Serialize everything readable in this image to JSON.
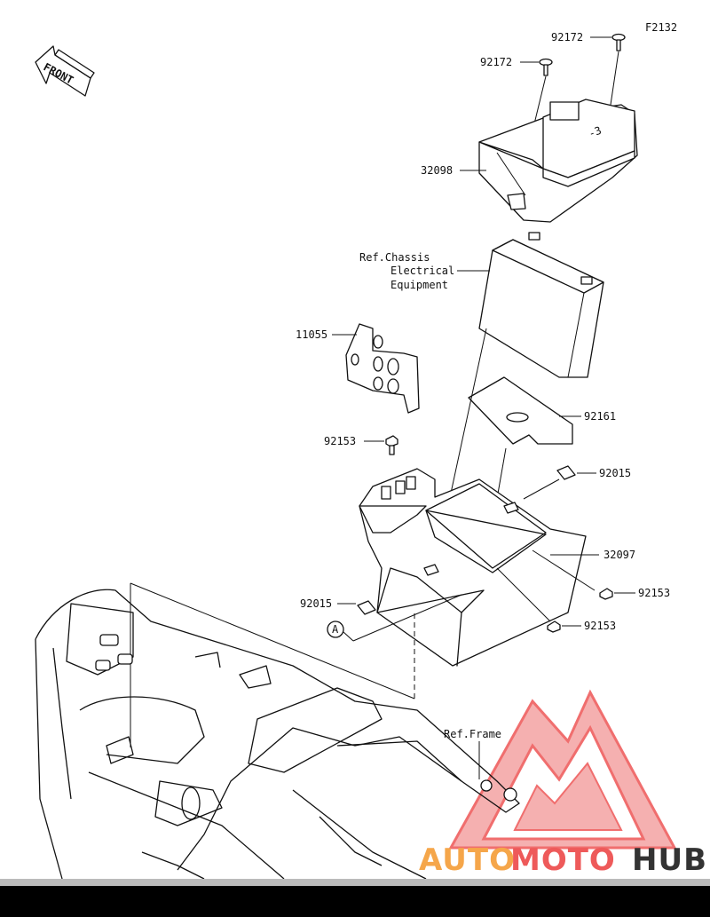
{
  "figure_code": "F2132",
  "front_label": "FRONT",
  "parts": {
    "p92172_a": "92172",
    "p92172_b": "92172",
    "p32098": "32098",
    "ref_chassis_1": "Ref.Chassis",
    "ref_chassis_2": "Electrical",
    "ref_chassis_3": "Equipment",
    "p11055": "11055",
    "p92161": "92161",
    "p92153_a": "92153",
    "p92015_a": "92015",
    "p32097": "32097",
    "p92015_b": "92015",
    "p92153_b": "92153",
    "p92153_c": "92153",
    "callout_a": "A",
    "ref_frame": "Ref.Frame"
  },
  "watermark": {
    "word_1": "AUTO",
    "word_2": "MOTO",
    "word_3": "HUB",
    "color_1": "#F5A64A",
    "color_2": "#EE5A5A",
    "color_3": "#333333"
  }
}
